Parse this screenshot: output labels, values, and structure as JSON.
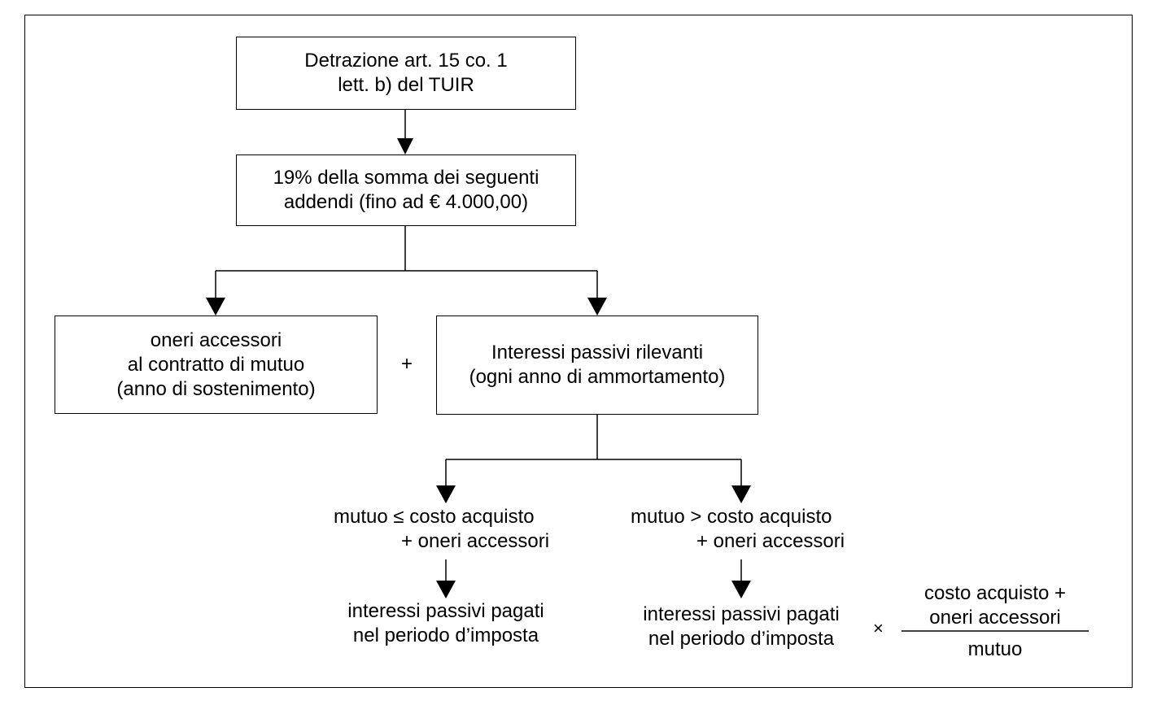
{
  "top_box": {
    "line1": "Detrazione art. 15 co. 1",
    "line2": "lett. b) del TUIR"
  },
  "second_box": {
    "line1": "19% della somma dei seguenti",
    "line2": "addendi (fino ad € 4.000,00)"
  },
  "left_box": {
    "line1": "oneri accessori",
    "line2": "al contratto di mutuo",
    "line3": "(anno di sostenimento)"
  },
  "plus_sign": "+",
  "right_box": {
    "line1": "Interessi passivi rilevanti",
    "line2": "(ogni anno di ammortamento)"
  },
  "case_left": {
    "line1": "mutuo ≤ costo acquisto",
    "line2": "+ oneri accessori"
  },
  "case_right": {
    "line1": "mutuo > costo acquisto",
    "line2": "+ oneri accessori"
  },
  "result_left": {
    "line1": "interessi passivi pagati",
    "line2": "nel periodo d’imposta"
  },
  "result_right": {
    "line1": "interessi passivi pagati",
    "line2": "nel periodo d’imposta"
  },
  "times_sign": "×",
  "fraction": {
    "numerator_line1": "costo acquisto +",
    "numerator_line2": "oneri accessori",
    "denominator": "mutuo"
  }
}
